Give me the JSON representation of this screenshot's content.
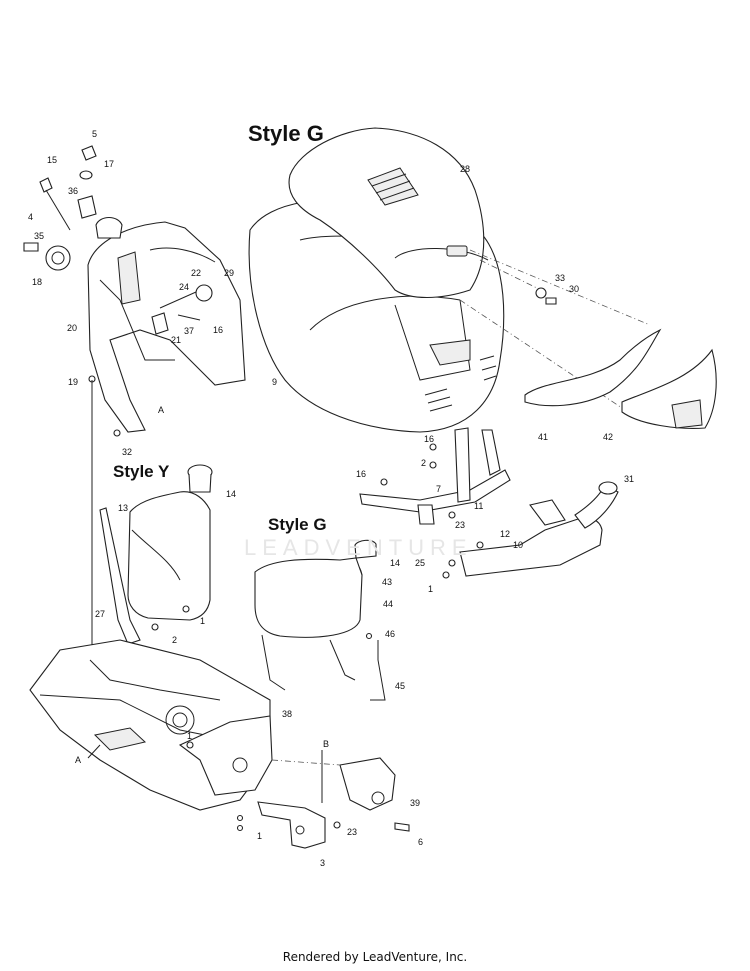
{
  "headers": {
    "style_g_top": "Style G",
    "style_y": "Style Y",
    "style_g_tank": "Style G"
  },
  "watermark": "LEADVENTURE",
  "footer": "Rendered by LeadVenture, Inc.",
  "callouts": {
    "c5": "5",
    "c15": "15",
    "c17": "17",
    "c4": "4",
    "c36": "36",
    "c35": "35",
    "c18": "18",
    "c22": "22",
    "c29": "29",
    "c24": "24",
    "c37": "37",
    "c16a": "16",
    "c21": "21",
    "c20": "20",
    "c19": "19",
    "cA1": "A",
    "c32": "32",
    "c28": "28",
    "c33": "33",
    "c30": "30",
    "c9": "9",
    "c41": "41",
    "c42": "42",
    "c16b": "16",
    "c2a": "2",
    "c16c": "16",
    "c7": "7",
    "c11": "11",
    "c23a": "23",
    "c31": "31",
    "c12": "12",
    "c10": "10",
    "c25": "25",
    "c1a": "1",
    "c14a": "14",
    "c13": "13",
    "c1b": "1",
    "c27": "27",
    "c2b": "2",
    "c14b": "14",
    "c43": "43",
    "c44": "44",
    "c46": "46",
    "c45": "45",
    "c38": "38",
    "c1c": "1",
    "cA2": "A",
    "cB": "B",
    "c39": "39",
    "c6": "6",
    "c23b": "23",
    "c1d": "1",
    "c3": "3"
  }
}
